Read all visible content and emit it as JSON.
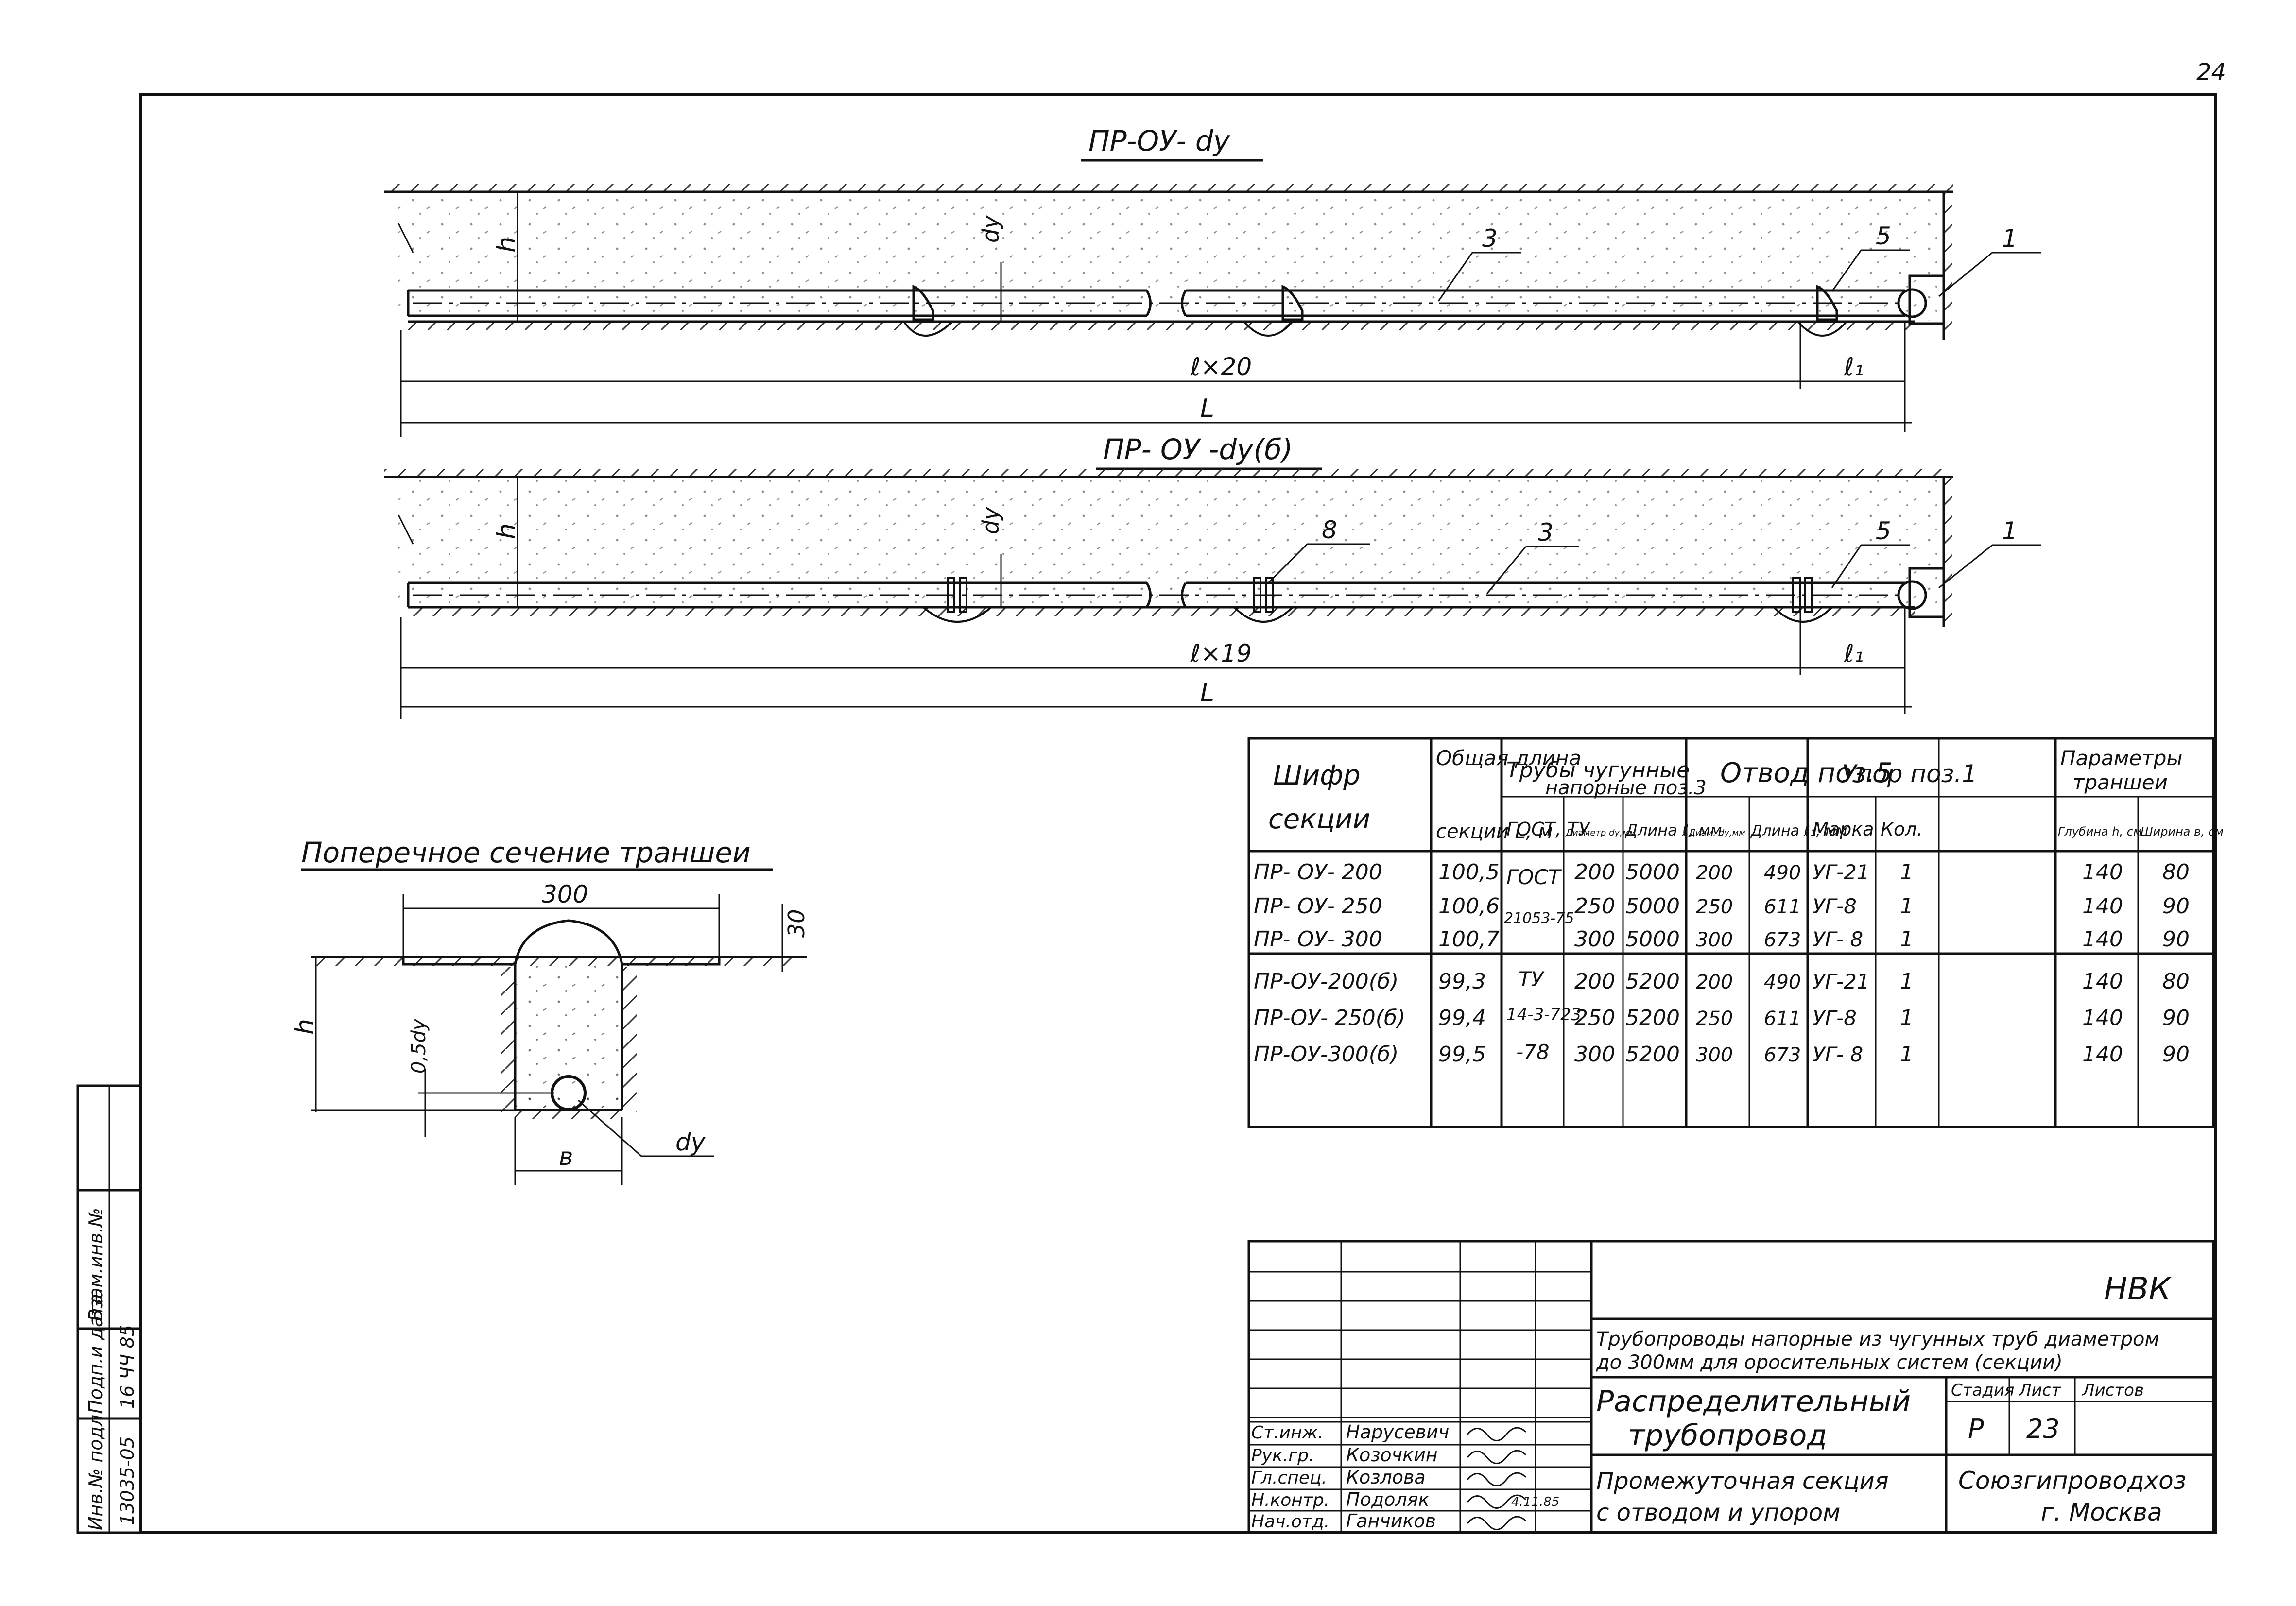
{
  "page_number": "24",
  "drawing1": {
    "title": "ПР-ОУ- dу",
    "label_h": "h",
    "label_dy": "dу",
    "callouts": [
      "3",
      "5",
      "1"
    ],
    "dim_l": "ℓ×20",
    "dim_l1": "ℓ₁",
    "dim_L": "L"
  },
  "drawing2": {
    "title": "ПР- ОУ -dу(б)",
    "label_h": "h",
    "label_dy": "dу",
    "callouts": [
      "8",
      "3",
      "5",
      "1"
    ],
    "dim_l": "ℓ×19",
    "dim_l1": "ℓ₁",
    "dim_L": "L"
  },
  "cross_section": {
    "title": "Поперечное сечение траншеи",
    "dim_width": "300",
    "dim_top": "30",
    "label_h": "h",
    "label_05dy": "0,5dу",
    "label_b": "в",
    "label_dy": "dу"
  },
  "spec_table": {
    "headers": {
      "code": "Шифр секции",
      "total_len_1": "Общая длина",
      "total_len_2": "секции L, м",
      "pipes": "Трубы чугунные напорные поз.3",
      "gost": "ГОСТ, ТУ",
      "diam": "Диаметр условного прохода dу, мм",
      "len": "Длина ℓ, мм",
      "branch": "Отвод поз.5",
      "branch_diam": "Диаметр условного прохода dу, мм",
      "branch_len": "Длина ℓ₁, мм",
      "stop": "Упор поз.1",
      "mark": "Марка",
      "qty": "Кол.",
      "params": "Параметры траншеи",
      "depth": "Глубина h, см",
      "width": "Ширина в, см"
    },
    "gost_group1": [
      "ГОСТ",
      "21053-75"
    ],
    "gost_group2": [
      "ТУ",
      "14-3-723",
      "-78"
    ],
    "rows": [
      {
        "code": "ПР- ОУ- 200",
        "L": "100,5",
        "d": "200",
        "len": "5000",
        "bd": "200",
        "bl": "490",
        "mark": "УГ-21",
        "qty": "1",
        "h": "140",
        "b": "80"
      },
      {
        "code": "ПР- ОУ- 250",
        "L": "100,6",
        "d": "250",
        "len": "5000",
        "bd": "250",
        "bl": "611",
        "mark": "УГ-8",
        "qty": "1",
        "h": "140",
        "b": "90"
      },
      {
        "code": "ПР- ОУ- 300",
        "L": "100,7",
        "d": "300",
        "len": "5000",
        "bd": "300",
        "bl": "673",
        "mark": "УГ- 8",
        "qty": "1",
        "h": "140",
        "b": "90"
      },
      {
        "code": "ПР-ОУ-200(б)",
        "L": "99,3",
        "d": "200",
        "len": "5200",
        "bd": "200",
        "bl": "490",
        "mark": "УГ-21",
        "qty": "1",
        "h": "140",
        "b": "80"
      },
      {
        "code": "ПР-ОУ- 250(б)",
        "L": "99,4",
        "d": "250",
        "len": "5200",
        "bd": "250",
        "bl": "611",
        "mark": "УГ-8",
        "qty": "1",
        "h": "140",
        "b": "90"
      },
      {
        "code": "ПР-ОУ-300(б)",
        "L": "99,5",
        "d": "300",
        "len": "5200",
        "bd": "300",
        "bl": "673",
        "mark": "УГ- 8",
        "qty": "1",
        "h": "140",
        "b": "90"
      }
    ]
  },
  "title_block": {
    "org_code": "НВК",
    "subject": "Трубопроводы напорные из чугунных труб диаметром до 300мм для оросительных систем (секции)",
    "name_1": "Распределительный",
    "name_2": "трубопровод",
    "desc_1": "Промежуточная секция",
    "desc_2": "с отводом и упором",
    "stage_label": "Стадия",
    "sheet_label": "Лист",
    "sheets_label": "Листов",
    "stage": "Р",
    "sheet": "23",
    "org_1": "Союзгипроводхоз",
    "org_2": "г. Москва",
    "staff": [
      {
        "role": "Ст.инж.",
        "name": "Нарусевич"
      },
      {
        "role": "Рук.гр.",
        "name": "Козочкин"
      },
      {
        "role": "Гл.спец.",
        "name": "Козлова"
      },
      {
        "role": "Н.контр.",
        "name": "Подоляк"
      },
      {
        "role": "Нач.отд.",
        "name": "Ганчиков"
      }
    ],
    "signature_date": "4.11.85"
  },
  "side_stamp": {
    "inv_label": "Инв.№ подл.",
    "inv_value": "13035-05",
    "sign_label": "Подп.и дата",
    "sign_value": "16 ЧЧ 85",
    "replace_label": "Взам.инв.№"
  }
}
